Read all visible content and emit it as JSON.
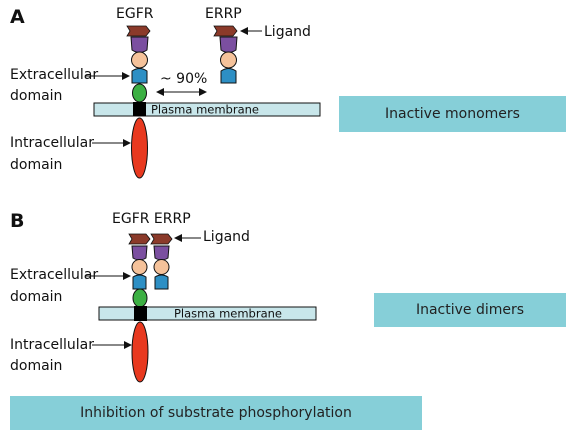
{
  "panel_a": {
    "letter": "A",
    "egfr_label": "EGFR",
    "errp_label": "ERRP",
    "ligand_label": "Ligand",
    "extracellular_label_1": "Extracellular",
    "extracellular_label_2": "domain",
    "intracellular_label_1": "Intracellular",
    "intracellular_label_2": "domain",
    "similarity_label": "~ 90%",
    "membrane_label": "Plasma membrane",
    "status_box": "Inactive monomers"
  },
  "panel_b": {
    "letter": "B",
    "egfr_errp_label": "EGFR ERRP",
    "ligand_label": "Ligand",
    "extracellular_label_1": "Extracellular",
    "extracellular_label_2": "domain",
    "intracellular_label_1": "Intracellular",
    "intracellular_label_2": "domain",
    "membrane_label": "Plasma membrane",
    "status_box": "Inactive dimers",
    "bottom_box": "Inhibition of substrate phosphorylation"
  },
  "colors": {
    "ligand": "#8b3a2a",
    "purple_domain": "#7b4fa0",
    "peach_domain": "#f5c29a",
    "blue_domain": "#2d8fc4",
    "green_domain": "#3cb043",
    "intracellular_domain": "#e8391f",
    "membrane": "#c8e6ea",
    "box": "#86cfd8"
  }
}
